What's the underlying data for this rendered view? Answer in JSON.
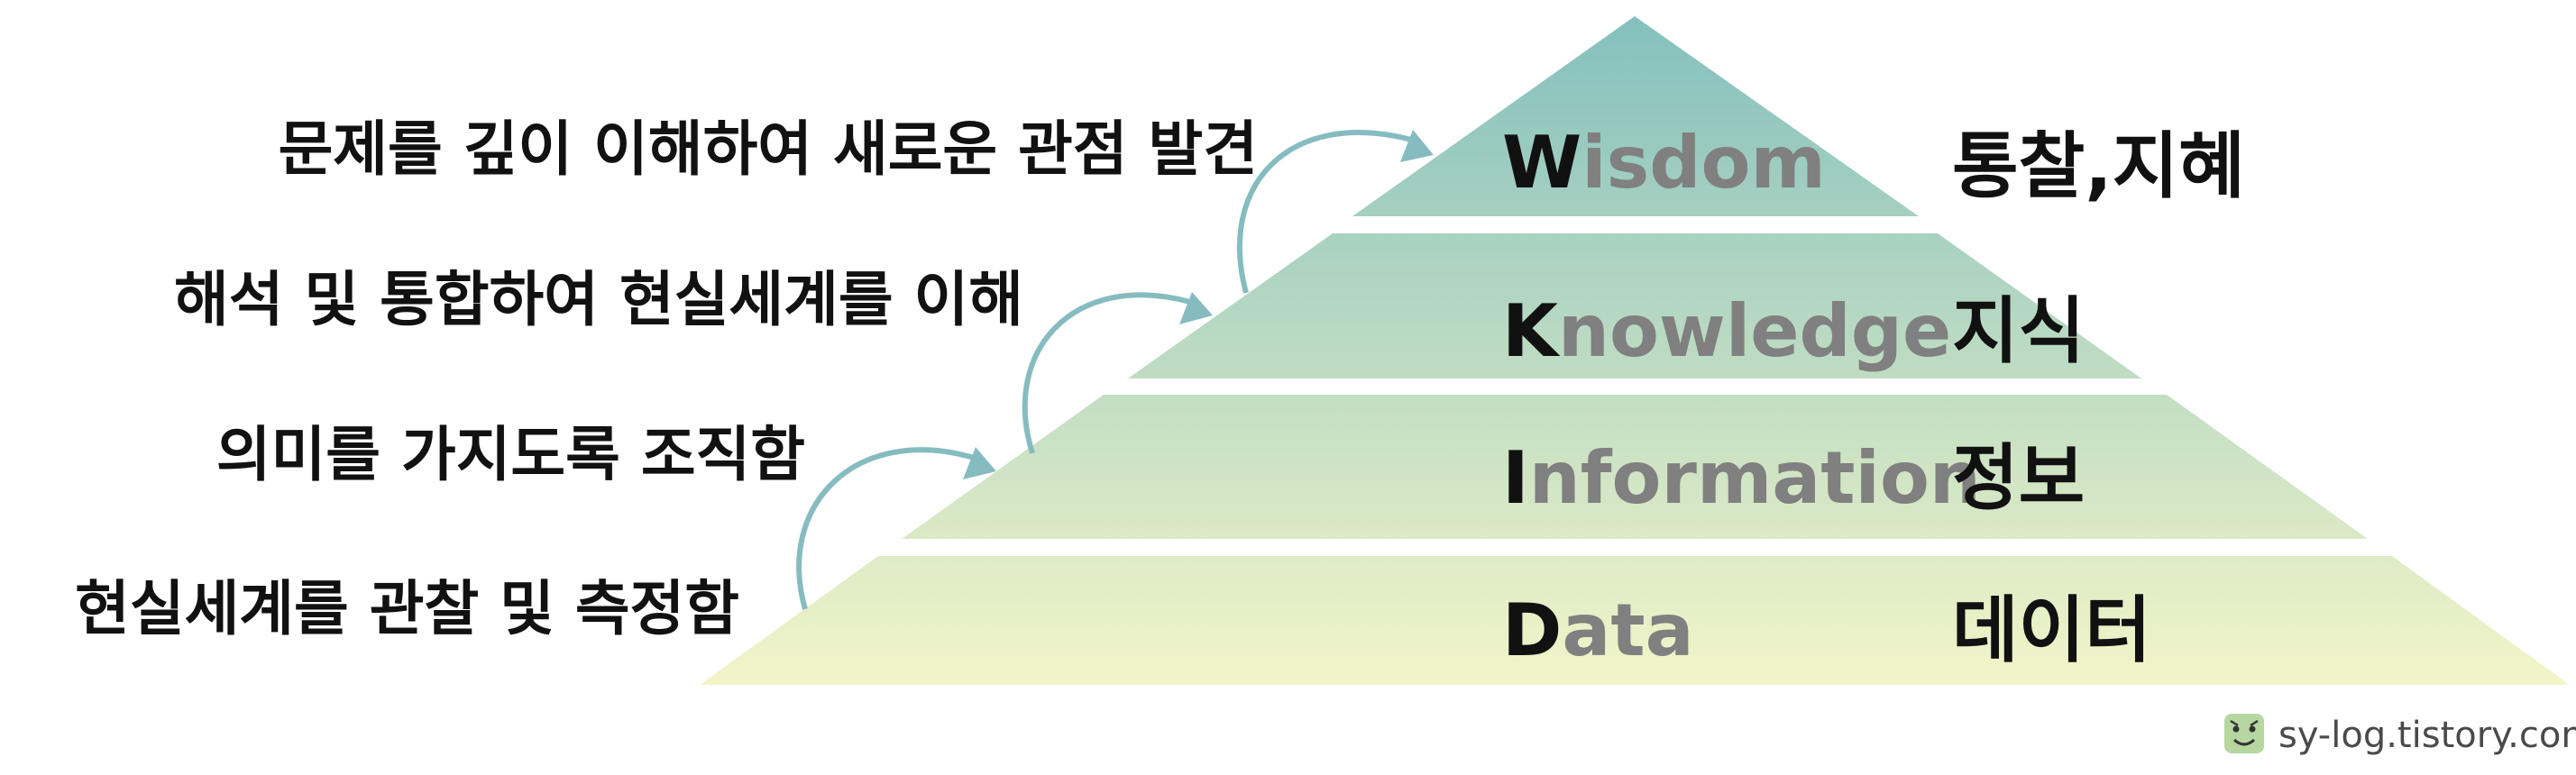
{
  "diagram": {
    "levels": [
      {
        "first": "W",
        "rest": "isdom",
        "korean": "통찰,지혜",
        "description": "문제를 깊이 이해하여 새로운 관점 발견"
      },
      {
        "first": "K",
        "rest": "nowledge",
        "korean": "지식",
        "description": "해석 및 통합하여 현실세계를 이해"
      },
      {
        "first": "I",
        "rest": "nformation",
        "korean": "정보",
        "description": "의미를 가지도록 조직함"
      },
      {
        "first": "D",
        "rest": "ata",
        "korean": "데이터",
        "description": "현실세계를 관찰 및 측정함"
      }
    ],
    "colors": {
      "top": "#84c0bd",
      "bottom": "#f3f5c8",
      "arrow": "#86bcc0"
    }
  },
  "footer": {
    "watermark": "sy-log.tistory.com",
    "logo_icon": "smiley-face-icon"
  }
}
